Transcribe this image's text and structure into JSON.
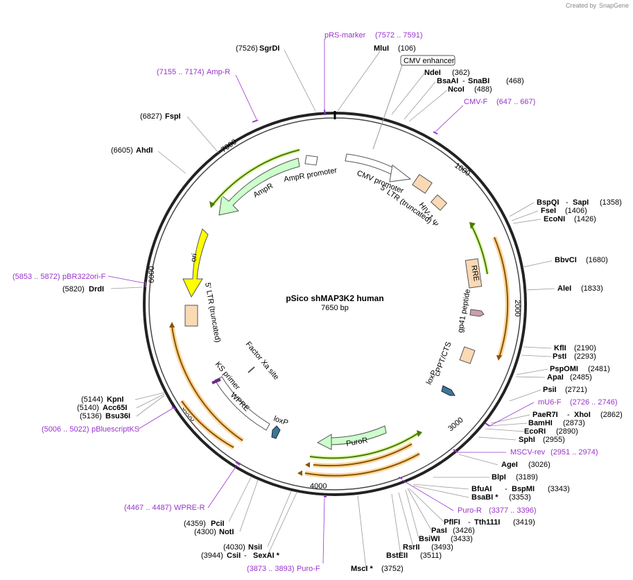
{
  "credit": "Created by",
  "brand": "SnapGene",
  "map": {
    "title": "pSico shMAP3K2 human",
    "length": "7650 bp",
    "total_bp": 7650,
    "ticks": [
      1000,
      2000,
      3000,
      4000,
      5000,
      6000,
      7000
    ]
  },
  "sites": [
    {
      "name": "SgrDI",
      "pos": "(7526)"
    },
    {
      "name": "MluI",
      "pos": "(106)"
    },
    {
      "name": "NdeI",
      "pos": "(362)"
    },
    {
      "name": "BsaAI",
      "name2": "SnaBI",
      "pos": "(468)"
    },
    {
      "name": "NcoI",
      "pos": "(488)"
    },
    {
      "name": "FspI",
      "pos": "(6827)"
    },
    {
      "name": "AhdI",
      "pos": "(6605)"
    },
    {
      "name": "BspQI",
      "name2": "SapI",
      "pos": "(1358)"
    },
    {
      "name": "FseI",
      "pos": "(1406)"
    },
    {
      "name": "EcoNI",
      "pos": "(1426)"
    },
    {
      "name": "BbvCI",
      "pos": "(1680)"
    },
    {
      "name": "AleI",
      "pos": "(1833)"
    },
    {
      "name": "DrdI",
      "pos": "(5820)"
    },
    {
      "name": "KflI",
      "pos": "(2190)"
    },
    {
      "name": "PstI",
      "pos": "(2293)"
    },
    {
      "name": "PspOMI",
      "pos": "(2481)"
    },
    {
      "name": "ApaI",
      "pos": "(2485)"
    },
    {
      "name": "PsiI",
      "pos": "(2721)"
    },
    {
      "name": "KpnI",
      "pos": "(5144)"
    },
    {
      "name": "Acc65I",
      "pos": "(5140)"
    },
    {
      "name": "Bsu36I",
      "pos": "(5136)"
    },
    {
      "name": "PaeR7I",
      "name2": "XhoI",
      "pos": "(2862)"
    },
    {
      "name": "BamHI",
      "pos": "(2873)"
    },
    {
      "name": "EcoRI",
      "pos": "(2890)"
    },
    {
      "name": "SphI",
      "pos": "(2955)"
    },
    {
      "name": "AgeI",
      "pos": "(3026)"
    },
    {
      "name": "BlpI",
      "pos": "(3189)"
    },
    {
      "name": "BfuAI",
      "name2": "BspMI",
      "pos": "(3343)"
    },
    {
      "name": "BsaBI *",
      "pos": "(3353)"
    },
    {
      "name": "PflFI",
      "name2": "Tth111I",
      "pos": "(3419)"
    },
    {
      "name": "PasI",
      "pos": "(3426)"
    },
    {
      "name": "BsiWI",
      "pos": "(3433)"
    },
    {
      "name": "RsrII",
      "pos": "(3493)"
    },
    {
      "name": "BstEII",
      "pos": "(3511)"
    },
    {
      "name": "MscI *",
      "pos": "(3752)"
    },
    {
      "name": "PciI",
      "pos": "(4359)"
    },
    {
      "name": "NotI",
      "pos": "(4300)"
    },
    {
      "name": "NsiI",
      "pos": "(4030)"
    },
    {
      "name": "CsiI",
      "name2": "SexAI *",
      "pos": "(3944)"
    }
  ],
  "primers": [
    {
      "name": "pRS-marker",
      "range": "(7572 .. 7591)"
    },
    {
      "name": "Amp-R",
      "range": "(7155 .. 7174)"
    },
    {
      "name": "CMV-F",
      "range": "(647 .. 667)"
    },
    {
      "name": "pBR322ori-F",
      "range": "(5853 .. 5872)"
    },
    {
      "name": "pBluescriptKS",
      "range": "(5006 .. 5022)"
    },
    {
      "name": "mU6-F",
      "range": "(2726 .. 2746)"
    },
    {
      "name": "MSCV-rev",
      "range": "(2951 .. 2974)"
    },
    {
      "name": "Puro-R",
      "range": "(3377 .. 3396)"
    },
    {
      "name": "WPRE-R",
      "range": "(4467 .. 4487)"
    },
    {
      "name": "Puro-F",
      "range": "(3873 .. 3893)"
    }
  ],
  "features": {
    "cmv_enhancer": "CMV enhancer",
    "cmv_promoter": "CMV promoter",
    "ltr5_top": "5' LTR (truncated)",
    "hiv_psi": "HIV-1 Ψ",
    "rre": "RRE",
    "gp41": "gp41 peptide",
    "cppt": "cPPT/CTS",
    "loxp_right": "loxP",
    "puror": "PuroR",
    "loxp_left": "loxP",
    "wpre": "WPRE",
    "ks_primer": "KS primer",
    "factor_xa": "Factor Xa site",
    "ltr5_left": "5' LTR (truncated)",
    "ori": "ori",
    "ampr": "AmpR",
    "ampr_promoter": "AmpR promoter"
  },
  "colors": {
    "primer": "#9933cc",
    "backbone": "#222222",
    "ampr_fill": "#ccffcc",
    "ori_fill": "#ffff00",
    "ltr_fill": "#fad9b5",
    "gene_arrow": "#5a8a00",
    "orange_arrow": "#b86b00"
  }
}
